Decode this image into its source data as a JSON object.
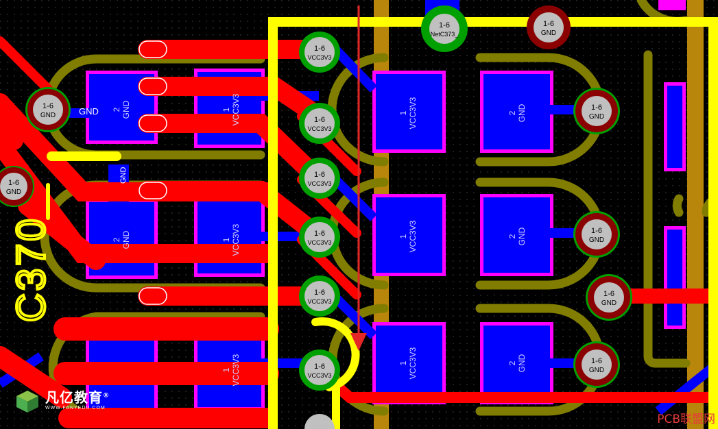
{
  "view": {
    "type": "pcb-layout-canvas",
    "background": "#000000"
  },
  "colors": {
    "top_copper": "#ff0000",
    "bottom_copper": "#0000ff",
    "overlay": "#ffff00",
    "keepout_olive": "#807d00",
    "paste_magenta": "#ff00ff",
    "via_fill": "#c0c0c0",
    "via_ring_green": "#00a000",
    "via_ring_red": "#8b0000",
    "vertical_bar": "#b8860b"
  },
  "vias": [
    {
      "id": "v1",
      "layer": "1-6",
      "net": "GND"
    },
    {
      "id": "v2",
      "layer": "1-6",
      "net": "GND"
    },
    {
      "id": "v3",
      "layer": "1-6",
      "net": "VCC3V3"
    },
    {
      "id": "v4",
      "layer": "1-6",
      "net": "VCC3V3"
    },
    {
      "id": "v5",
      "layer": "1-6",
      "net": "VCC3V3"
    },
    {
      "id": "v6",
      "layer": "1-6",
      "net": "VCC3V3"
    },
    {
      "id": "v7",
      "layer": "1-6",
      "net": "VCC3V3"
    },
    {
      "id": "v8",
      "layer": "1-6",
      "net": "VCC3V3"
    },
    {
      "id": "v9",
      "layer": "1-6",
      "net": "NetC373_"
    },
    {
      "id": "v10",
      "layer": "1-6",
      "net": "GND"
    },
    {
      "id": "v11",
      "layer": "1-6",
      "net": "GND"
    },
    {
      "id": "v12",
      "layer": "1-6",
      "net": "GND"
    },
    {
      "id": "v13",
      "layer": "1-6",
      "net": "GND"
    },
    {
      "id": "v14",
      "layer": "1-6",
      "net": "GND"
    }
  ],
  "pads": [
    {
      "id": "p1",
      "num": "2",
      "net": "GND"
    },
    {
      "id": "p2",
      "num": "1",
      "net": "VCC3V3"
    },
    {
      "id": "p3",
      "num": "2",
      "net": "GND"
    },
    {
      "id": "p4",
      "num": "1",
      "net": "VCC3V3"
    },
    {
      "id": "p5",
      "num": "1",
      "net": "VCC3V3"
    },
    {
      "id": "p6",
      "num": "1",
      "net": "VCC3V3"
    },
    {
      "id": "p7",
      "num": "2",
      "net": "GND"
    },
    {
      "id": "p8",
      "num": "1",
      "net": "VCC3V3"
    },
    {
      "id": "p9",
      "num": "2",
      "net": "GND"
    },
    {
      "id": "p10",
      "num": "1",
      "net": "VCC3V3"
    },
    {
      "id": "p11",
      "num": "2",
      "net": "GND"
    }
  ],
  "net_label_gnd": "GND",
  "net_label_gnd2": "GND",
  "designator": "C370",
  "watermark_left": {
    "name": "凡亿教育",
    "reg": "®",
    "site": "WWW.FANYEDU.COM"
  },
  "watermark_right": "PCB联盟网"
}
